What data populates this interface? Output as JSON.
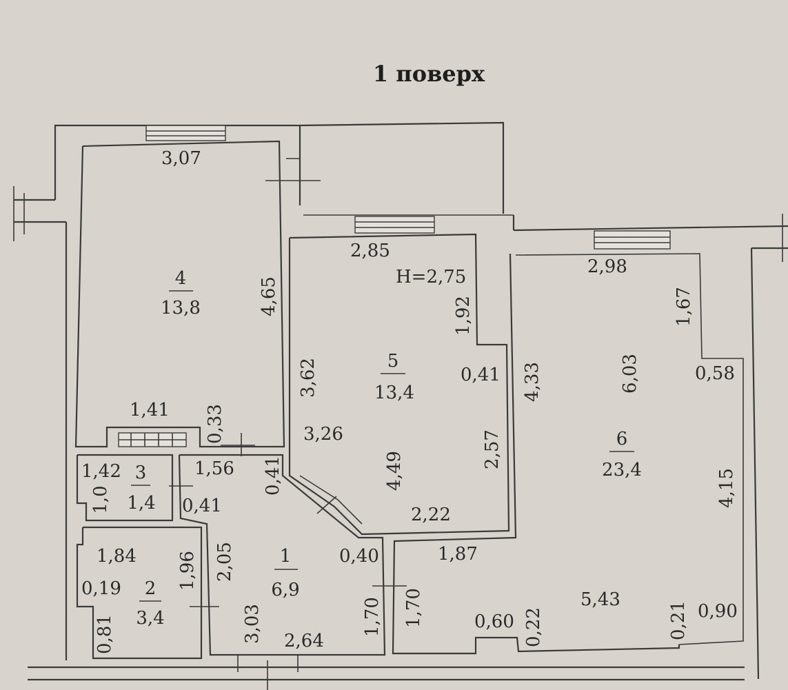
{
  "title": "1 поверх",
  "height_note": "H=2,75",
  "rooms": [
    {
      "number": "1",
      "area": "6,9"
    },
    {
      "number": "2",
      "area": "3,4"
    },
    {
      "number": "3",
      "area": "1,4"
    },
    {
      "number": "4",
      "area": "13,8"
    },
    {
      "number": "5",
      "area": "13,4"
    },
    {
      "number": "6",
      "area": "23,4"
    }
  ],
  "dimensions": {
    "r4_top": "3,07",
    "r4_right": "4,65",
    "r4_bottom": "1,41",
    "r4_stub": "0,33",
    "r5_top": "2,85",
    "r5_right_upper": "1,92",
    "r5_left": "3,62",
    "r5_step": "0,41",
    "r5_inner": "3,26",
    "r5_center": "4,49",
    "r5_right_lower": "2,57",
    "r5_bottom": "2,22",
    "r6_top": "2,98",
    "r6_right_upper": "1,67",
    "r6_left": "4,33",
    "r6_center": "6,03",
    "r6_step": "0,58",
    "r6_right_lower": "4,15",
    "r6_lower_left": "1,87",
    "r6_lower_center": "5,43",
    "r6_notch": "0,60",
    "r6_notch_depth": "0,22",
    "r6_bottom_step": "0,21",
    "r6_bottom_right": "0,90",
    "r6_side": "1,70",
    "r3_top": "1,42",
    "r3_left": "1,0",
    "r1_top": "1,56",
    "r1_door": "0,41",
    "r1_wall": "0,41",
    "r1_upper": "2,05",
    "r1_left": "3,03",
    "r1_bottom": "2,64",
    "r1_right": "1,70",
    "r1_step": "0,40",
    "r2_top": "1,84",
    "r2_step": "0,19",
    "r2_right": "1,96",
    "r2_bottom_left": "0,81"
  }
}
